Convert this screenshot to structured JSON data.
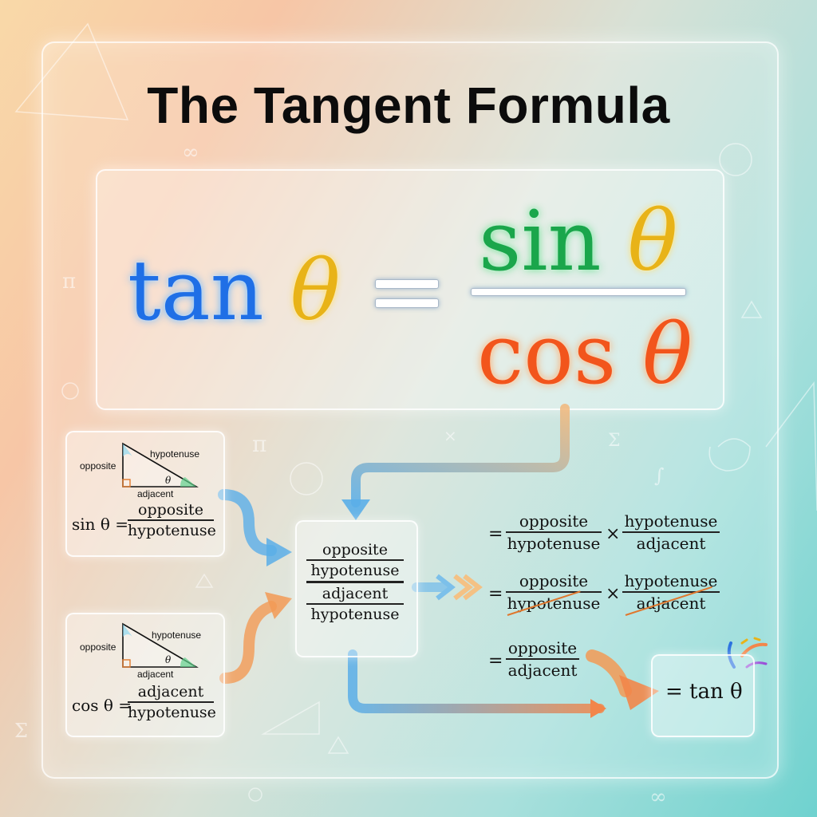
{
  "title": "The Tangent Formula",
  "main_formula": {
    "lhs_function": "tan",
    "theta": "θ",
    "numerator_function": "sin",
    "denominator_function": "cos"
  },
  "sin_card": {
    "label_opposite": "opposite",
    "label_hypotenuse": "hypotenuse",
    "label_adjacent": "adjacent",
    "angle": "θ",
    "lhs": "sin θ =",
    "numerator": "opposite",
    "denominator": "hypotenuse"
  },
  "cos_card": {
    "label_opposite": "opposite",
    "label_hypotenuse": "hypotenuse",
    "label_adjacent": "adjacent",
    "angle": "θ",
    "lhs": "cos θ =",
    "numerator": "adjacent",
    "denominator": "hypotenuse"
  },
  "compound_fraction": {
    "top_numerator": "opposite",
    "top_denominator": "hypotenuse",
    "bottom_numerator": "adjacent",
    "bottom_denominator": "hypotenuse"
  },
  "steps": [
    {
      "eq": "=",
      "left_num": "opposite",
      "left_den": "hypotenuse",
      "times": "×",
      "right_num": "hypotenuse",
      "right_den": "adjacent"
    },
    {
      "eq": "=",
      "left_num": "opposite",
      "left_den": "hypotenuse",
      "times": "×",
      "right_num": "hypotenuse",
      "right_den": "adjacent"
    },
    {
      "eq": "=",
      "num": "opposite",
      "den": "adjacent"
    }
  ],
  "result": "= tan θ",
  "background_symbols": [
    "∞",
    "π",
    "π",
    "Σ",
    "∫",
    "Σ",
    "∞",
    "×"
  ],
  "colors": {
    "tan": "#1f6fe6",
    "theta": "#e8b318",
    "sin": "#1aa64b",
    "cos": "#f2551c",
    "arrow_blue": "#5aaee8",
    "arrow_orange": "#f29a55",
    "strike": "#e0772d"
  }
}
